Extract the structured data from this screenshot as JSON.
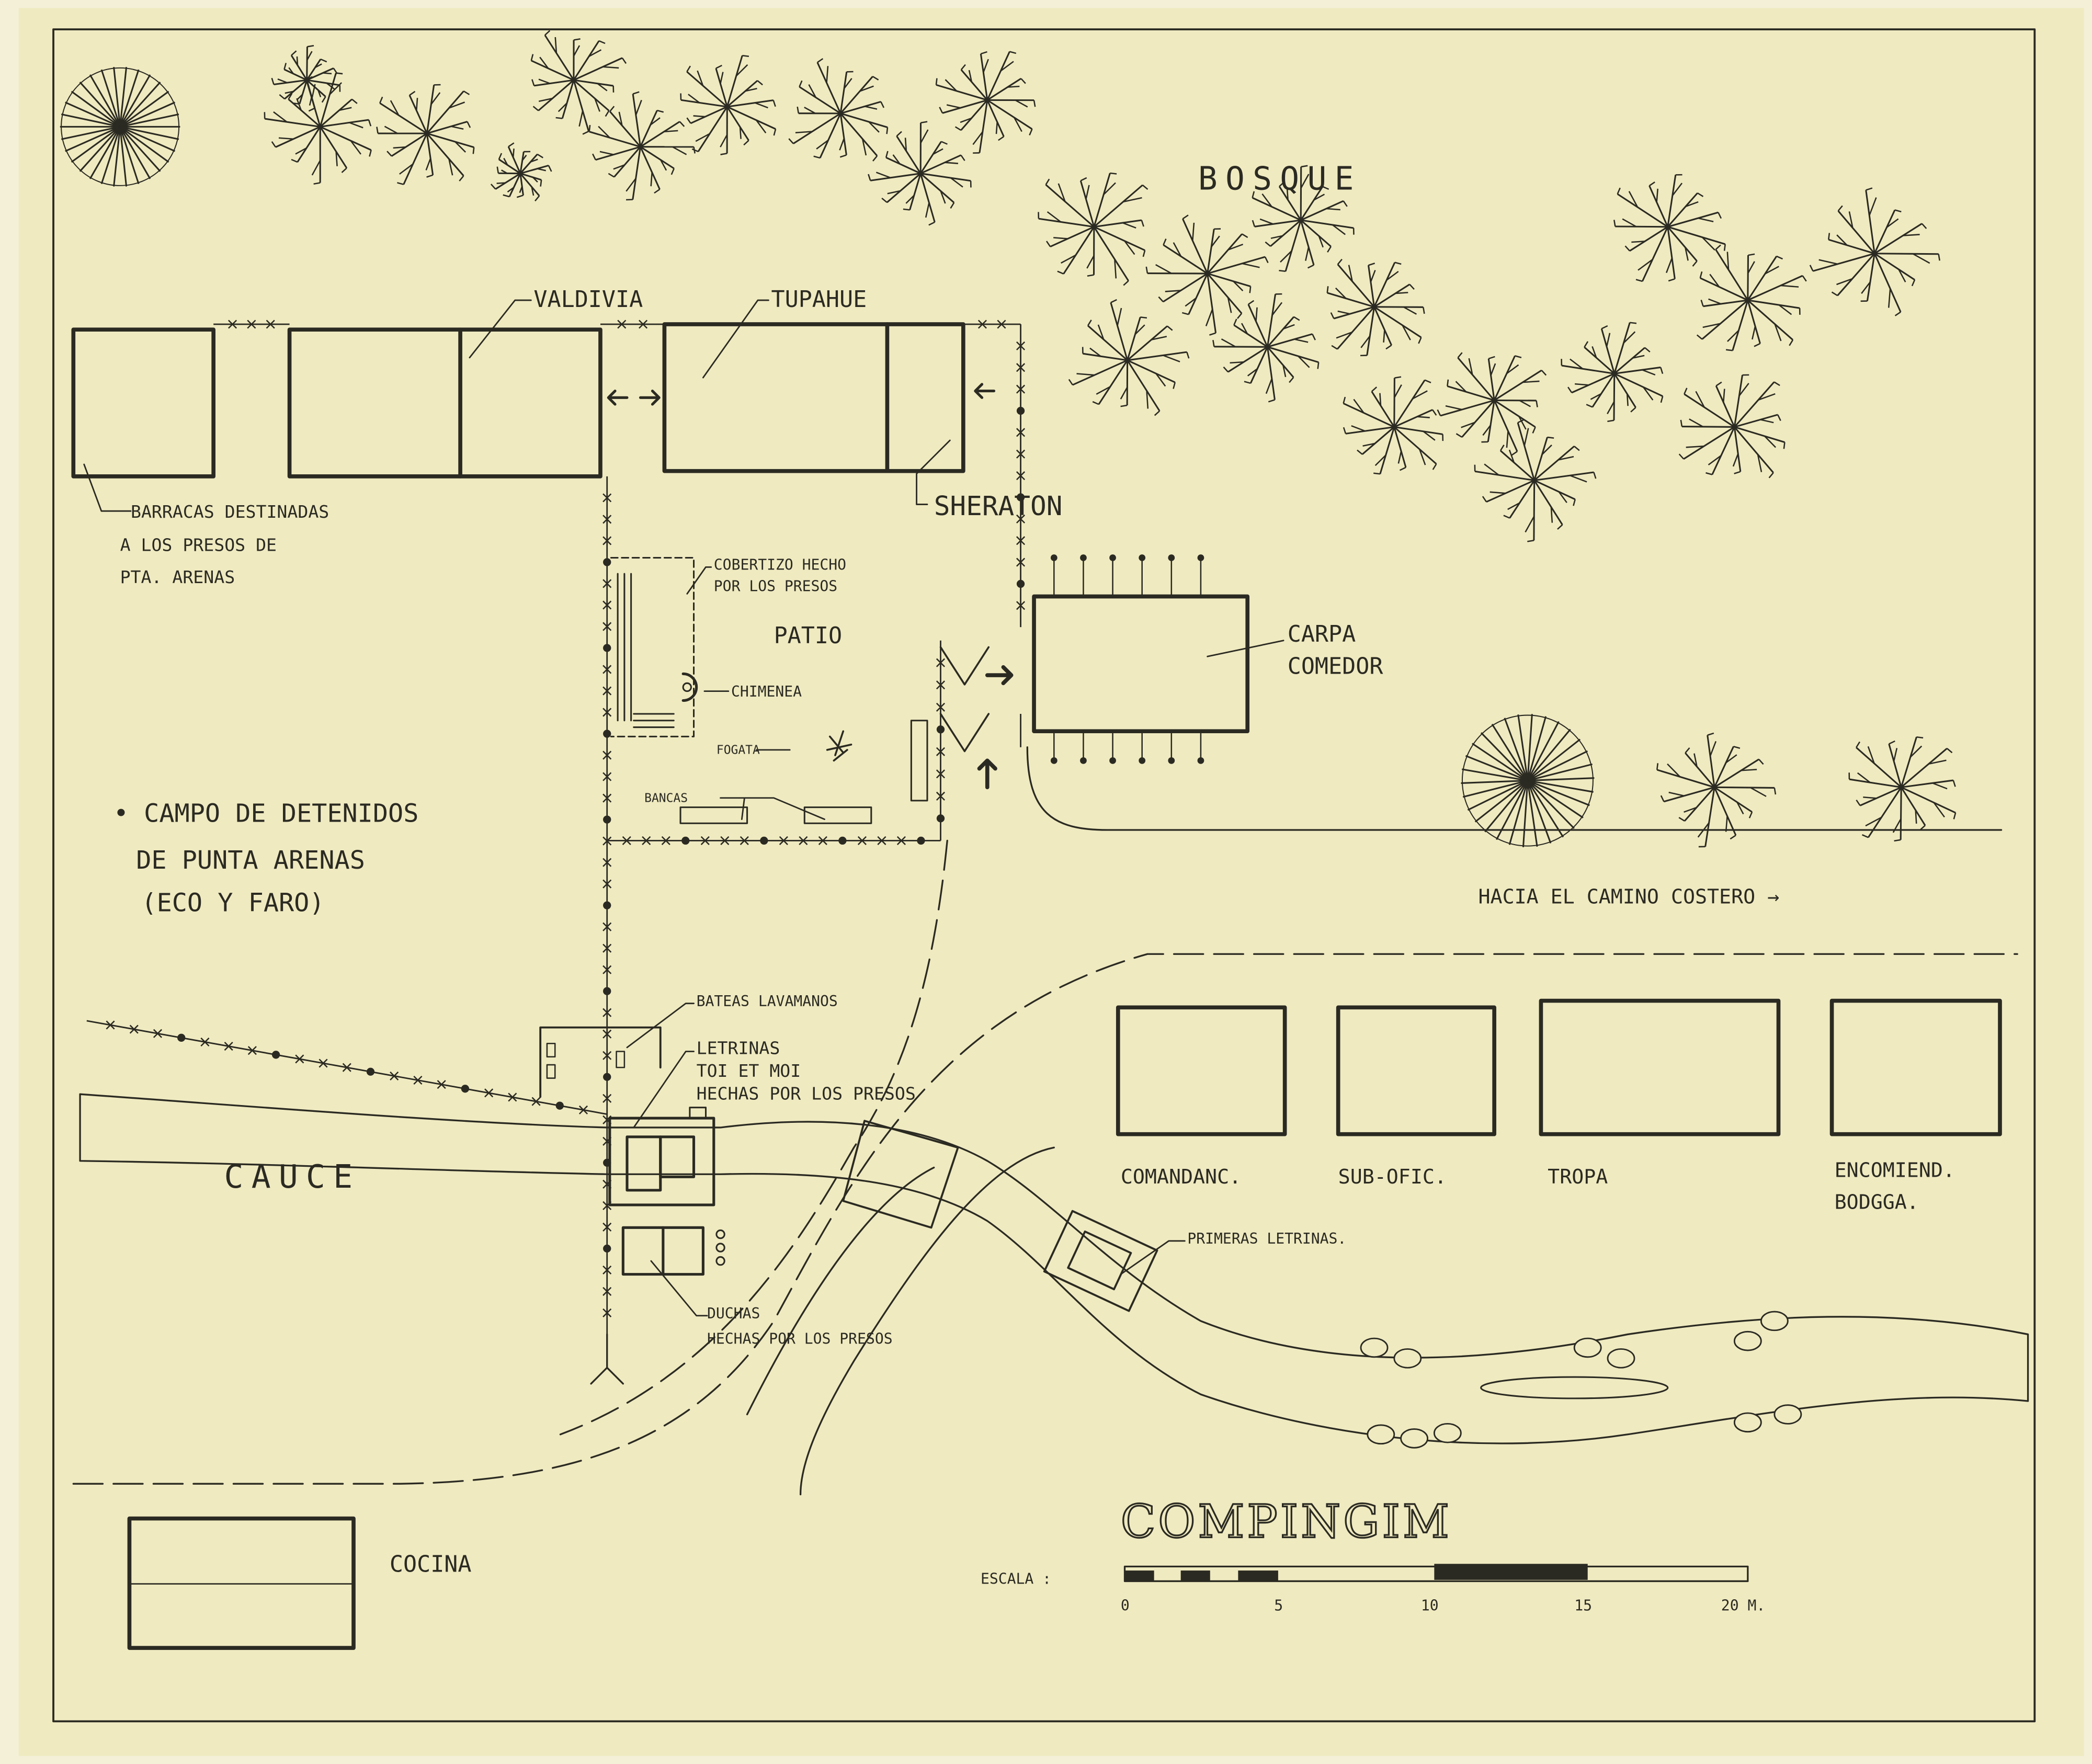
{
  "colors": {
    "paper": "#efeac0",
    "ink": "#2b2a22",
    "margin": "#f4f0d8"
  },
  "title": "COMPINGIM",
  "labels": {
    "bosque": "BOSQUE",
    "valdivia": "VALDIVIA",
    "tupahue": "TUPAHUE",
    "sheraton": "SHERATON",
    "barracas": [
      "BARRACAS DESTINADAS",
      "A LOS PRESOS DE",
      "PTA. ARENAS"
    ],
    "cobertizo": [
      "COBERTIZO HECHO",
      "POR LOS PRESOS"
    ],
    "patio": "PATIO",
    "chimenea": "CHIMENEA",
    "fogata": "FOGATA",
    "bancas": "BANCAS",
    "carpa": [
      "CARPA",
      "COMEDOR"
    ],
    "campo": [
      "• CAMPO DE DETENIDOS",
      "DE PUNTA ARENAS",
      "(ECO Y FARO)"
    ],
    "hacia": "HACIA EL CAMINO COSTERO →",
    "bateas": "BATEAS LAVAMANOS",
    "letrinas": [
      "LETRINAS",
      "TOI ET MOI",
      "HECHAS POR LOS PRESOS"
    ],
    "cauce": "CAUCE",
    "duchas": [
      "DUCHAS",
      "HECHAS POR LOS PRESOS"
    ],
    "primeras": "PRIMERAS LETRINAS.",
    "comandanc": "COMANDANC.",
    "subofic": "SUB-OFIC.",
    "tropa": "TROPA",
    "encomiend": [
      "ENCOMIEND.",
      "BODGGA."
    ],
    "cocina": "COCINA"
  },
  "scale": {
    "label": "ESCALA :",
    "ticks": [
      "0",
      "5",
      "10",
      "15",
      "20 M."
    ]
  }
}
